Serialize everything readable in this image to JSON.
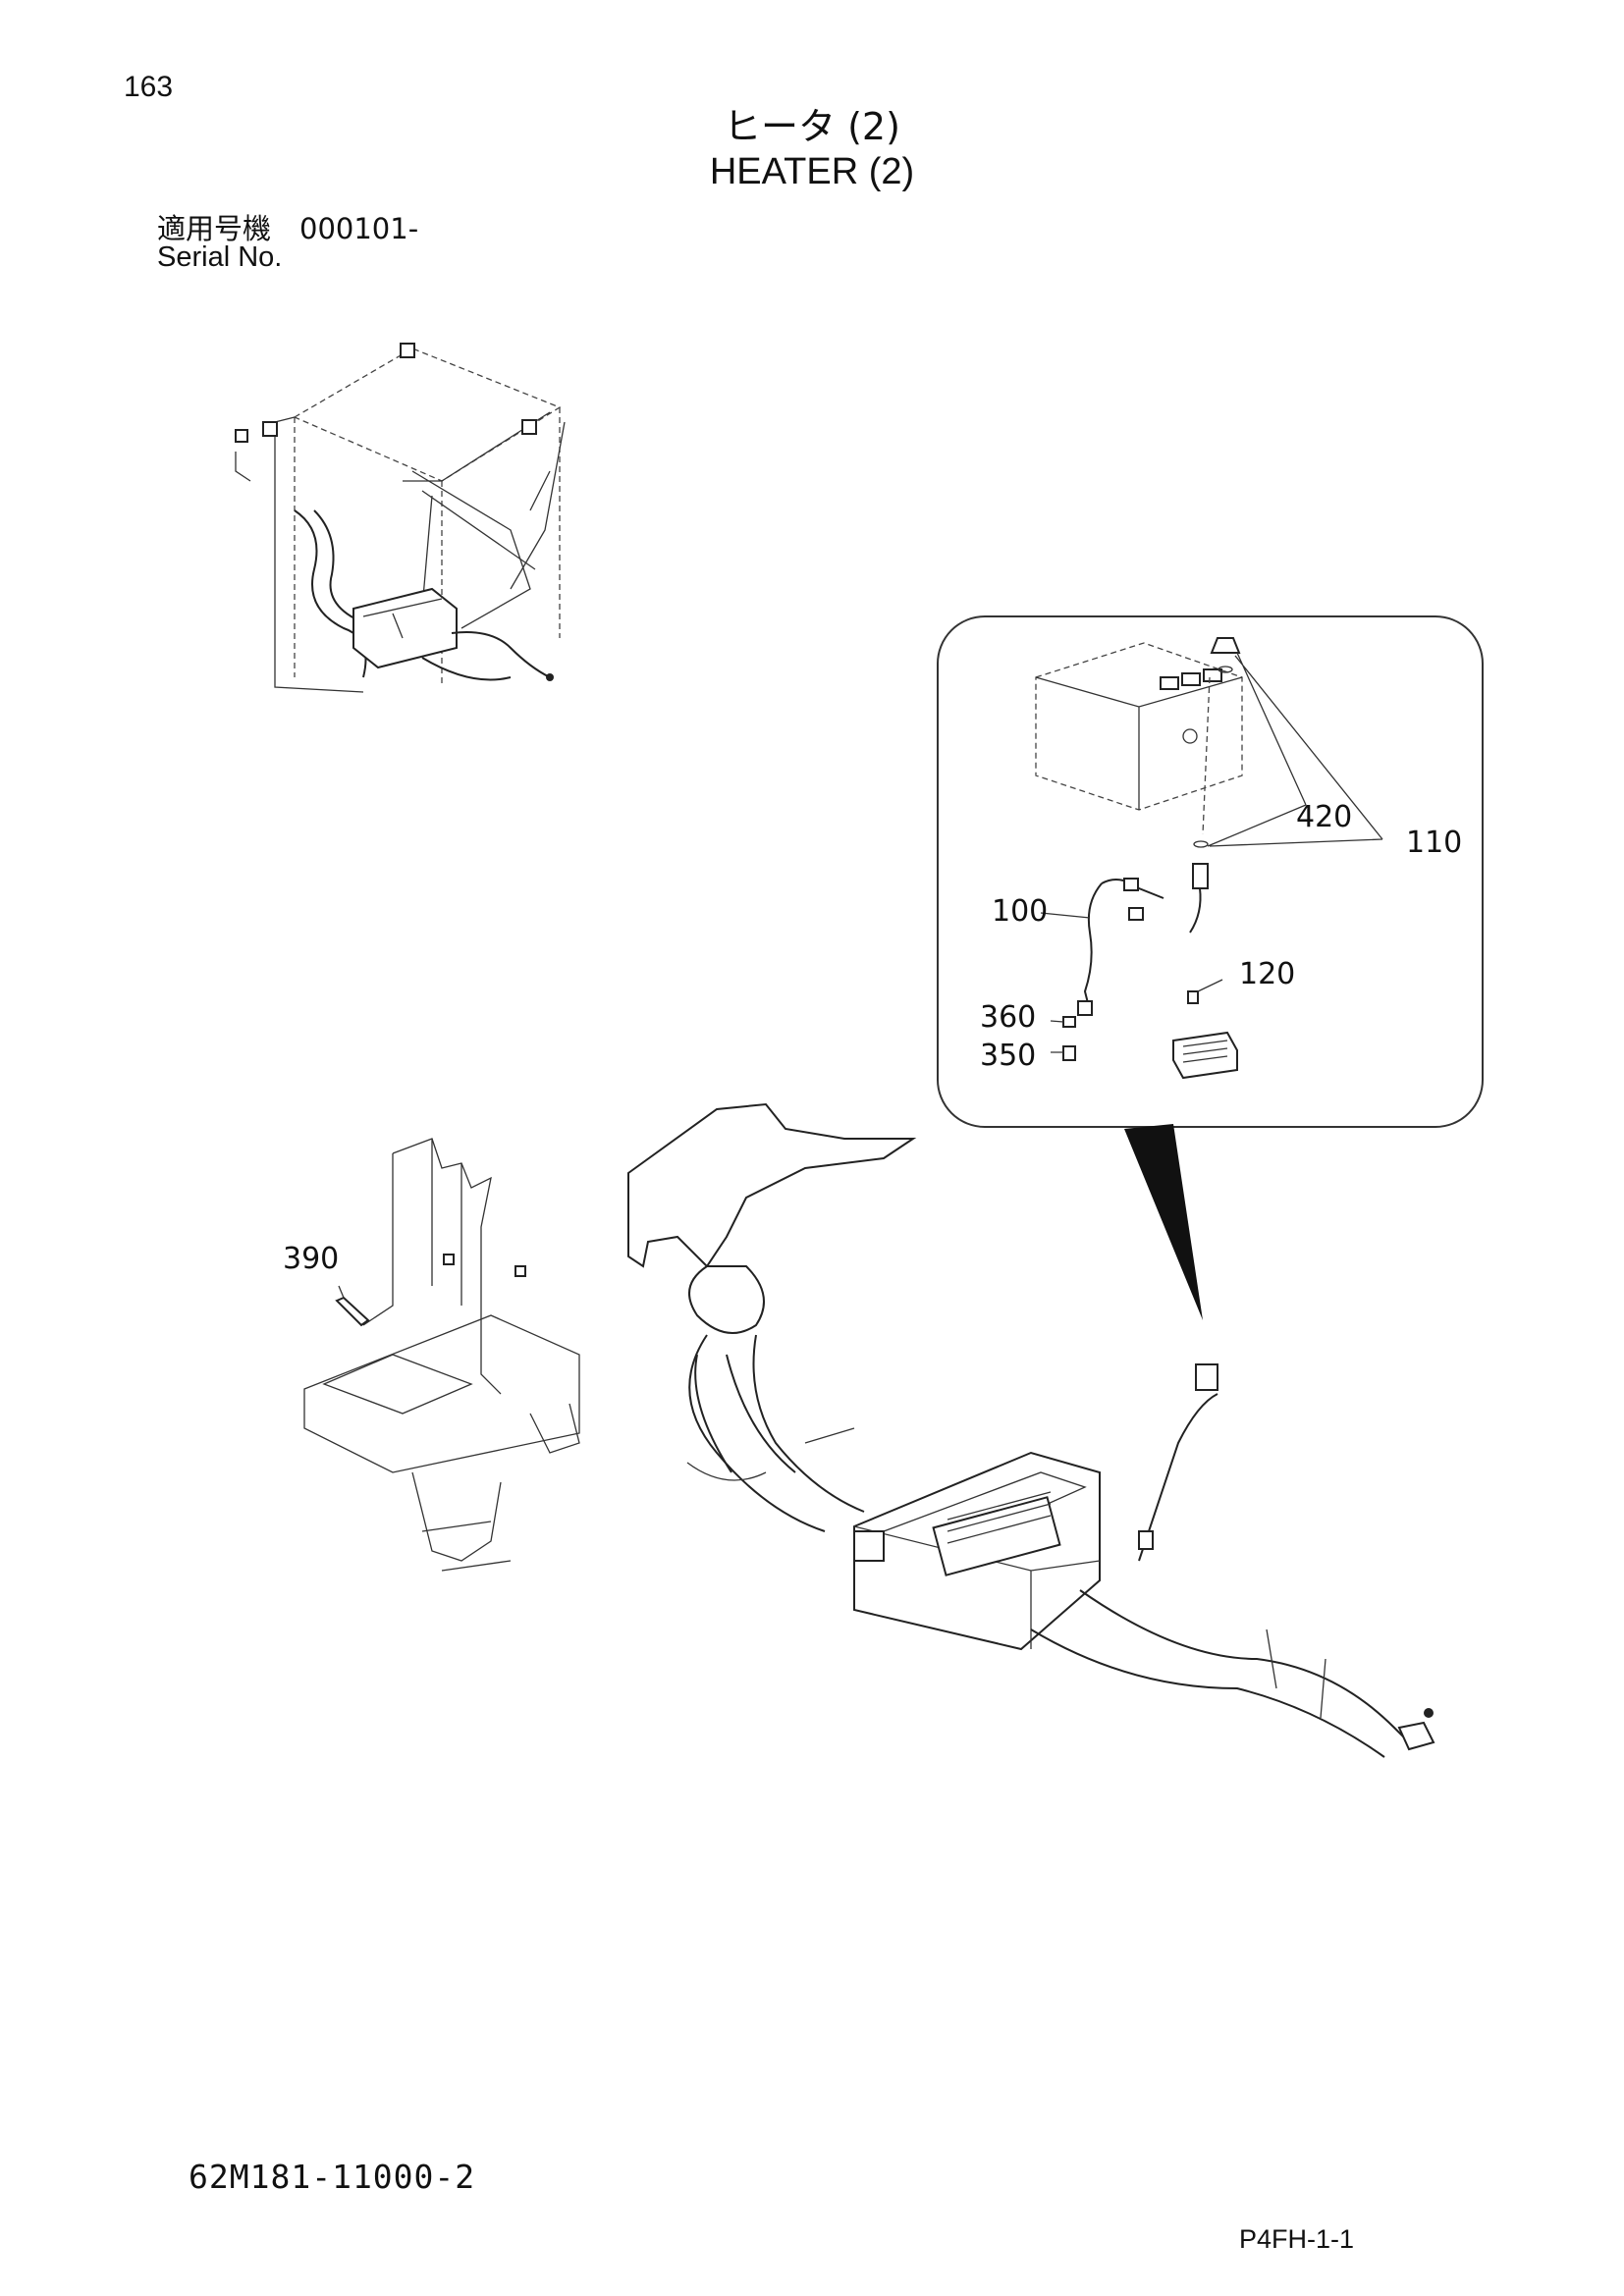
{
  "header": {
    "page_number": "163",
    "title_jp": "ヒータ (2)",
    "title_en": "HEATER (2)",
    "serial_label_jp": "適用号機　000101-",
    "serial_label_en": "Serial No."
  },
  "callouts": {
    "p100": "100",
    "p110": "110",
    "p120": "120",
    "p350": "350",
    "p360": "360",
    "p390": "390",
    "p420": "420"
  },
  "footer": {
    "drawing_code": "62M181-11000-2",
    "sheet_code": "P4FH-1-1"
  }
}
